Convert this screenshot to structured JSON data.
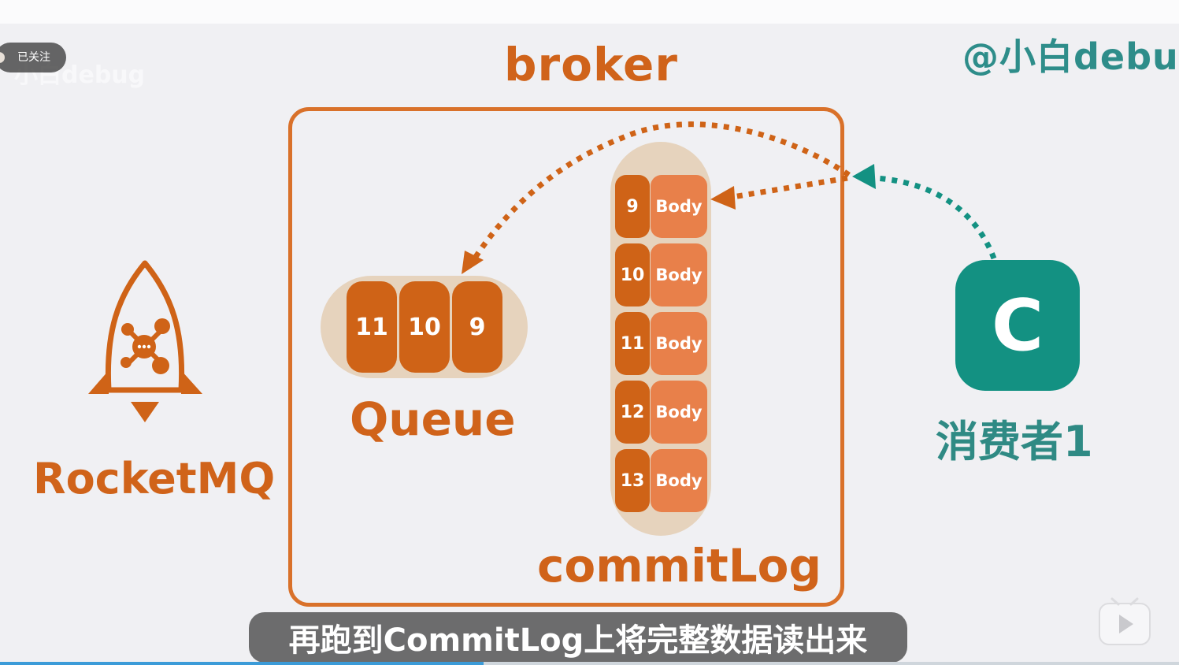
{
  "follow_button": {
    "label": "已关注"
  },
  "watermark": {
    "top_right": "@小白debug",
    "top_left": "小白debug"
  },
  "broker": {
    "title": "broker"
  },
  "rocketmq": {
    "label": "RocketMQ",
    "icon": "rocket-icon"
  },
  "queue": {
    "label": "Queue",
    "cells": [
      "11",
      "10",
      "9"
    ]
  },
  "commitlog": {
    "label": "commitLog",
    "entries": [
      {
        "id": "9",
        "body": "Body"
      },
      {
        "id": "10",
        "body": "Body"
      },
      {
        "id": "11",
        "body": "Body"
      },
      {
        "id": "12",
        "body": "Body"
      },
      {
        "id": "13",
        "body": "Body"
      }
    ]
  },
  "consumer": {
    "letter": "C",
    "label": "消费者1"
  },
  "subtitle": "再跑到CommitLog上将完整数据读出来",
  "player": {
    "progress": 0.41,
    "icon": "play-icon"
  },
  "colors": {
    "orange_dark": "#cf6317",
    "orange_light": "#e8804a",
    "pill_bg": "#e6d3bd",
    "teal": "#139182",
    "teal_text": "#2f8a84",
    "background": "#f0f0f3"
  }
}
